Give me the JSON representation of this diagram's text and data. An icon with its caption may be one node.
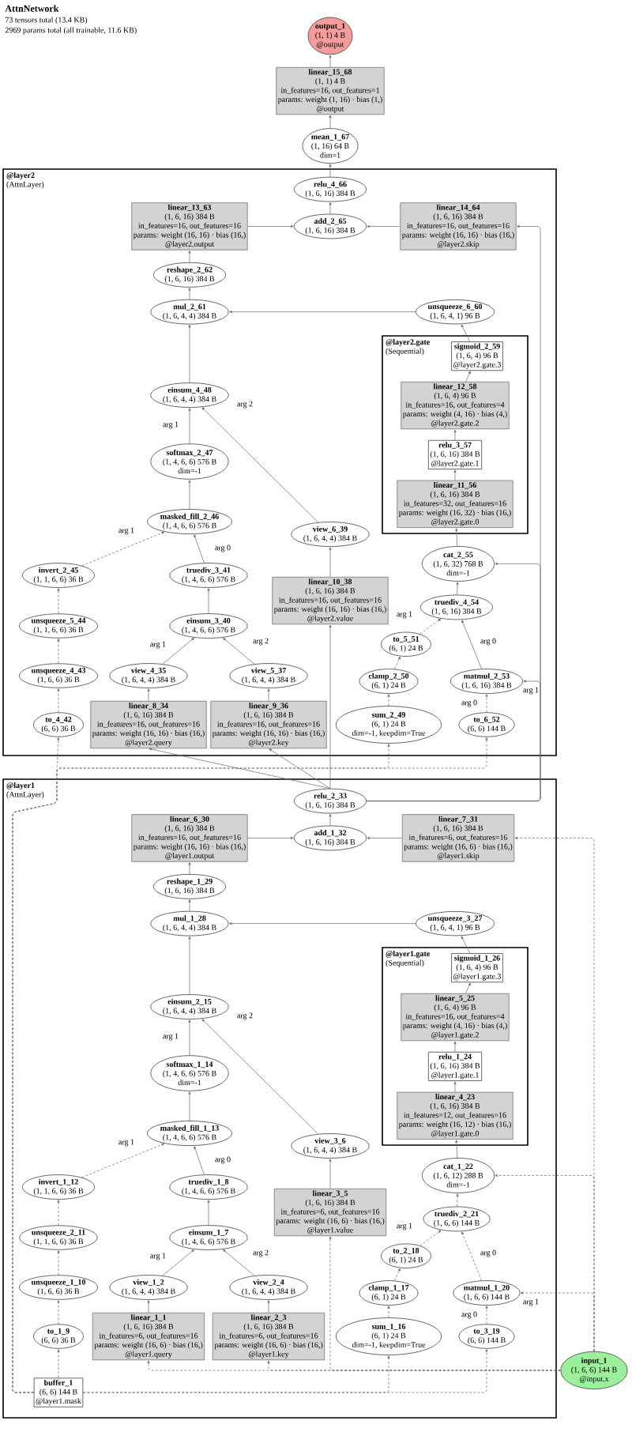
{
  "diagram": {
    "title": "AttnNetwork",
    "labels": [
      "73 tensors total (13.4 KB)",
      "2969 params total (all trainable, 11.6 KB)"
    ],
    "nodes": [
      {
        "text": [
          "output_1",
          "(1, 1) 4 B",
          "@output"
        ]
      },
      {
        "text": [
          "linear_15_68",
          "(1, 1) 4 B",
          "in_features=16, out_features=1",
          "params: weight (1, 16) · bias (1,)",
          "@output"
        ]
      },
      {
        "text": [
          "mean_1_67",
          "(1, 16) 64 B",
          "dim=1"
        ]
      },
      {
        "text": [
          "@layer2",
          "(AttnLayer)"
        ]
      },
      {
        "text": [
          "relu_4_66",
          "(1, 6, 16) 384 B"
        ],
        "in": 3
      },
      {
        "text": [
          "add_2_65",
          "(1, 6, 16) 384 B"
        ],
        "in": 3
      },
      {
        "text": [
          "linear_13_63",
          "(1, 6, 16) 384 B",
          "in_features=16, out_features=16",
          "params: weight (16, 16) · bias (16,)",
          "@layer2.output"
        ],
        "in": 3
      },
      {
        "text": [
          "linear_14_64",
          "(1, 6, 16) 384 B",
          "in_features=16, out_features=16",
          "params: weight (16, 16) · bias (16,)",
          "@layer2.skip"
        ],
        "in": 3
      },
      {
        "text": [
          "reshape_2_62",
          "(1, 6, 16) 384 B"
        ],
        "in": 3
      },
      {
        "text": [
          "mul_2_61",
          "(1, 6, 4, 4) 384 B"
        ],
        "in": 3
      },
      {
        "text": [
          "unsqueeze_6_60",
          "(1, 6, 4, 1) 96 B"
        ],
        "in": 3
      },
      {
        "text": [
          "einsum_4_48",
          "(1, 6, 4, 4) 384 B"
        ],
        "in": 3
      },
      {
        "text": [
          "@layer2.gate",
          "(Sequential)"
        ],
        "in": 3
      },
      {
        "text": [
          "sigmoid_2_59",
          "(1, 6, 4) 96 B",
          "@layer2.gate.3"
        ],
        "in": 12
      },
      {
        "text": [
          "linear_12_58",
          "(1, 6, 4) 96 B",
          "in_features=16, out_features=4",
          "params: weight (4, 16) · bias (4,)",
          "@layer2.gate.2"
        ],
        "in": 12
      },
      {
        "text": [
          "relu_3_57",
          "(1, 6, 16) 384 B",
          "@layer2.gate.1"
        ],
        "in": 12
      },
      {
        "text": [
          "linear_11_56",
          "(1, 6, 16) 384 B",
          "in_features=32, out_features=16",
          "params: weight (16, 32) · bias (16,)",
          "@layer2.gate.0"
        ],
        "in": 12
      },
      {
        "text": [
          "softmax_2_47",
          "(1, 4, 6, 6) 576 B",
          "dim=-1"
        ],
        "in": 3
      },
      {
        "text": [
          "view_6_39",
          "(1, 6, 4, 4) 384 B"
        ],
        "in": 3
      },
      {
        "text": [
          "masked_fill_2_46",
          "(1, 4, 6, 6) 576 B"
        ],
        "in": 3
      },
      {
        "text": [
          "linear_10_38",
          "(1, 6, 16) 384 B",
          "in_features=16, out_features=16",
          "params: weight (16, 16) · bias (16,)",
          "@layer2.value"
        ],
        "in": 3
      },
      {
        "text": [
          "invert_2_45",
          "(1, 1, 6, 6) 36 B"
        ],
        "in": 3
      },
      {
        "text": [
          "truediv_3_41",
          "(1, 4, 6, 6) 576 B"
        ],
        "in": 3
      },
      {
        "text": [
          "unsqueeze_5_44",
          "(1, 1, 6, 6) 36 B"
        ],
        "in": 3
      },
      {
        "text": [
          "einsum_3_40",
          "(1, 4, 6, 6) 576 B"
        ],
        "in": 3
      },
      {
        "text": [
          "unsqueeze_4_43",
          "(1, 6, 6) 36 B"
        ],
        "in": 3
      },
      {
        "text": [
          "cat_2_55",
          "(1, 6, 32) 768 B",
          "dim=-1"
        ],
        "in": 3
      },
      {
        "text": [
          "view_4_35",
          "(1, 6, 4, 4) 384 B"
        ],
        "in": 3
      },
      {
        "text": [
          "view_5_37",
          "(1, 6, 4, 4) 384 B"
        ],
        "in": 3
      },
      {
        "text": [
          "to_4_42",
          "(6, 6) 36 B"
        ],
        "in": 3
      },
      {
        "text": [
          "truediv_4_54",
          "(1, 6, 16) 384 B"
        ],
        "in": 3
      },
      {
        "text": [
          "linear_8_34",
          "(1, 6, 16) 384 B",
          "in_features=16, out_features=16",
          "params: weight (16, 16) · bias (16,)",
          "@layer2.query"
        ],
        "in": 3
      },
      {
        "text": [
          "linear_9_36",
          "(1, 6, 16) 384 B",
          "in_features=16, out_features=16",
          "params: weight (16, 16) · bias (16,)",
          "@layer2.key"
        ],
        "in": 3
      },
      {
        "text": [
          "to_5_51",
          "(6, 1) 24 B"
        ],
        "in": 3
      },
      {
        "text": [
          "matmul_2_53",
          "(1, 6, 16) 384 B"
        ],
        "in": 3
      },
      {
        "text": [
          "clamp_2_50",
          "(6, 1) 24 B"
        ],
        "in": 3
      },
      {
        "text": [
          "to_6_52",
          "(6, 6) 144 B"
        ],
        "in": 3
      },
      {
        "text": [
          "sum_2_49",
          "(6, 1) 24 B",
          "dim=-1, keepdim=True"
        ],
        "in": 3
      },
      {
        "text": [
          "@layer1",
          "(AttnLayer)"
        ]
      },
      {
        "text": [
          "relu_2_33",
          "(1, 6, 16) 384 B"
        ],
        "in": 38
      },
      {
        "text": [
          "add_1_32",
          "(1, 6, 16) 384 B"
        ],
        "in": 38
      },
      {
        "text": [
          "linear_6_30",
          "(1, 6, 16) 384 B",
          "in_features=16, out_features=16",
          "params: weight (16, 16) · bias (16,)",
          "@layer1.output"
        ],
        "in": 38
      },
      {
        "text": [
          "linear_7_31",
          "(1, 6, 16) 384 B",
          "in_features=6, out_features=16",
          "params: weight (16, 6) · bias (16,)",
          "@layer1.skip"
        ],
        "in": 38
      },
      {
        "text": [
          "reshape_1_29",
          "(1, 6, 16) 384 B"
        ],
        "in": 38
      },
      {
        "text": [
          "mul_1_28",
          "(1, 6, 4, 4) 384 B"
        ],
        "in": 38
      },
      {
        "text": [
          "einsum_2_15",
          "(1, 6, 4, 4) 384 B"
        ],
        "in": 38
      },
      {
        "text": [
          "unsqueeze_3_27",
          "(1, 6, 4, 1) 96 B"
        ],
        "in": 38
      },
      {
        "text": [
          "@layer1.gate",
          "(Sequential)"
        ],
        "in": 38
      },
      {
        "text": [
          "sigmoid_1_26",
          "(1, 6, 4) 96 B",
          "@layer1.gate.3"
        ],
        "in": 47
      },
      {
        "text": [
          "linear_5_25",
          "(1, 6, 4) 96 B",
          "in_features=16, out_features=4",
          "params: weight (4, 16) · bias (4,)",
          "@layer1.gate.2"
        ],
        "in": 47
      },
      {
        "text": [
          "relu_1_24",
          "(1, 6, 16) 384 B",
          "@layer1.gate.1"
        ],
        "in": 47
      },
      {
        "text": [
          "linear_4_23",
          "(1, 6, 16) 384 B",
          "in_features=12, out_features=16",
          "params: weight (16, 12) · bias (16,)",
          "@layer1.gate.0"
        ],
        "in": 47
      },
      {
        "text": [
          "view_3_6",
          "(1, 6, 4, 4) 384 B"
        ],
        "in": 38
      },
      {
        "text": [
          "softmax_1_14",
          "(1, 4, 6, 6) 576 B",
          "dim=-1"
        ],
        "in": 38
      },
      {
        "text": [
          "linear_3_5",
          "(1, 6, 16) 384 B",
          "in_features=6, out_features=16",
          "params: weight (16, 6) · bias (16,)",
          "@layer1.value"
        ],
        "in": 38
      },
      {
        "text": [
          "masked_fill_1_13",
          "(1, 4, 6, 6) 576 B"
        ],
        "in": 38
      },
      {
        "text": [
          "truediv_1_8",
          "(1, 4, 6, 6) 576 B"
        ],
        "in": 38
      },
      {
        "text": [
          "einsum_1_7",
          "(1, 4, 6, 6) 576 B"
        ],
        "in": 38
      },
      {
        "text": [
          "view_1_2",
          "(1, 6, 4, 4) 384 B"
        ],
        "in": 38
      },
      {
        "text": [
          "view_2_4",
          "(1, 6, 4, 4) 384 B"
        ],
        "in": 38
      },
      {
        "text": [
          "cat_1_22",
          "(1, 6, 12) 288 B",
          "dim=-1"
        ],
        "in": 38
      },
      {
        "text": [
          "invert_1_12",
          "(1, 1, 6, 6) 36 B"
        ],
        "in": 38
      },
      {
        "text": [
          "truediv_2_21",
          "(1, 6, 6) 144 B"
        ],
        "in": 38
      },
      {
        "text": [
          "linear_1_1",
          "(1, 6, 16) 384 B",
          "in_features=6, out_features=16",
          "params: weight (16, 6) · bias (16,)",
          "@layer1.query"
        ],
        "in": 38
      },
      {
        "text": [
          "linear_2_3",
          "(1, 6, 16) 384 B",
          "in_features=6, out_features=16",
          "params: weight (16, 6) · bias (16,)",
          "@layer1.key"
        ],
        "in": 38
      },
      {
        "text": [
          "unsqueeze_2_11",
          "(1, 1, 6, 6) 36 B"
        ],
        "in": 38
      },
      {
        "text": [
          "to_2_18",
          "(6, 1) 24 B"
        ],
        "in": 38
      },
      {
        "text": [
          "unsqueeze_1_10",
          "(1, 6, 6) 36 B"
        ],
        "in": 38
      },
      {
        "text": [
          "clamp_1_17",
          "(6, 1) 24 B"
        ],
        "in": 38
      },
      {
        "text": [
          "matmul_1_20",
          "(1, 6, 6) 144 B"
        ],
        "in": 38
      },
      {
        "text": [
          "to_1_9",
          "(6, 6) 36 B"
        ],
        "in": 38
      },
      {
        "text": [
          "sum_1_16",
          "(6, 1) 24 B",
          "dim=-1, keepdim=True"
        ],
        "in": 38
      },
      {
        "text": [
          "to_3_19",
          "(6, 6) 144 B"
        ],
        "in": 38
      },
      {
        "text": [
          "input_1",
          "(1, 6, 6) 144 B",
          "@input.x"
        ]
      },
      {
        "text": [
          "buffer_1",
          "(6, 6) 144 B",
          "@layer1.mask"
        ],
        "in": 38
      }
    ],
    "edges": [
      {
        "from": 73,
        "to": 63,
        "arrow": "to",
        "style": "dashed"
      },
      {
        "from": 73,
        "to": 64,
        "arrow": "to",
        "style": "dashed"
      },
      {
        "from": 73,
        "to": 54,
        "arrow": "to",
        "style": "dashed"
      },
      {
        "from": 73,
        "to": 42,
        "arrow": "to",
        "style": "dashed"
      },
      {
        "from": 73,
        "to": 69,
        "arrow": "to",
        "style": "dashed",
        "label": "arg 1"
      },
      {
        "from": 73,
        "to": 60,
        "arrow": "to",
        "style": "dashed"
      },
      {
        "from": 74,
        "to": 70,
        "arrow": "to",
        "style": "dashed"
      },
      {
        "from": 74,
        "to": 71,
        "arrow": "to",
        "style": "dashed"
      },
      {
        "from": 74,
        "to": 72,
        "arrow": "to",
        "style": "dashed"
      },
      {
        "from": 74,
        "to": 29,
        "arrow": "to",
        "style": "dashed"
      },
      {
        "from": 74,
        "to": 37,
        "arrow": "to",
        "style": "dashed"
      },
      {
        "from": 74,
        "to": 36,
        "arrow": "to",
        "style": "dashed"
      },
      {
        "from": 63,
        "to": 58,
        "arrow": "to"
      },
      {
        "from": 64,
        "to": 59,
        "arrow": "to"
      },
      {
        "from": 54,
        "to": 52,
        "arrow": "to"
      },
      {
        "from": 58,
        "to": 57,
        "arrow": "to",
        "label": "arg 1"
      },
      {
        "from": 59,
        "to": 57,
        "arrow": "to",
        "label": "arg 2"
      },
      {
        "from": 57,
        "to": 56,
        "arrow": "to"
      },
      {
        "from": 56,
        "to": 55,
        "arrow": "to",
        "label": "arg 0"
      },
      {
        "from": 70,
        "to": 67,
        "arrow": "to",
        "style": "dashed"
      },
      {
        "from": 67,
        "to": 65,
        "arrow": "to",
        "style": "dashed"
      },
      {
        "from": 65,
        "to": 61,
        "arrow": "to",
        "style": "dashed"
      },
      {
        "from": 61,
        "to": 55,
        "arrow": "to",
        "style": "dashed",
        "label": "arg 1"
      },
      {
        "from": 55,
        "to": 53,
        "arrow": "to"
      },
      {
        "from": 53,
        "to": 45,
        "arrow": "to",
        "label": "arg 1"
      },
      {
        "from": 52,
        "to": 45,
        "arrow": "to",
        "label": "arg 2"
      },
      {
        "from": 71,
        "to": 68,
        "arrow": "to",
        "style": "dashed"
      },
      {
        "from": 68,
        "to": 66,
        "arrow": "to",
        "style": "dashed"
      },
      {
        "from": 72,
        "to": 69,
        "arrow": "to",
        "style": "dashed",
        "label": "arg 0"
      },
      {
        "from": 69,
        "to": 62,
        "arrow": "to",
        "style": "dashed",
        "label": "arg 0"
      },
      {
        "from": 66,
        "to": 62,
        "arrow": "to",
        "style": "dashed",
        "label": "arg 1"
      },
      {
        "from": 62,
        "to": 60,
        "arrow": "to",
        "style": "dashed"
      },
      {
        "from": 60,
        "to": 51,
        "arrow": "to"
      },
      {
        "from": 51,
        "to": 50,
        "arrow": "to"
      },
      {
        "from": 50,
        "to": 49,
        "arrow": "to"
      },
      {
        "from": 49,
        "to": 48,
        "arrow": "to"
      },
      {
        "from": 48,
        "to": 46,
        "arrow": "to"
      },
      {
        "from": 45,
        "to": 44,
        "arrow": "to"
      },
      {
        "from": 46,
        "to": 44,
        "arrow": "to"
      },
      {
        "from": 44,
        "to": 43,
        "arrow": "to"
      },
      {
        "from": 43,
        "to": 41,
        "arrow": "to"
      },
      {
        "from": 41,
        "to": 40,
        "arrow": "to"
      },
      {
        "from": 42,
        "to": 40,
        "arrow": "to"
      },
      {
        "from": 40,
        "to": 39,
        "arrow": "to"
      },
      {
        "from": 39,
        "to": 31,
        "arrow": "to"
      },
      {
        "from": 39,
        "to": 32,
        "arrow": "to"
      },
      {
        "from": 39,
        "to": 20,
        "arrow": "to"
      },
      {
        "from": 39,
        "to": 7,
        "arrow": "to"
      },
      {
        "from": 39,
        "to": 34,
        "arrow": "to",
        "label": "arg 1"
      },
      {
        "from": 39,
        "to": 26,
        "arrow": "to"
      },
      {
        "from": 31,
        "to": 27,
        "arrow": "to"
      },
      {
        "from": 32,
        "to": 28,
        "arrow": "to"
      },
      {
        "from": 20,
        "to": 18,
        "arrow": "to"
      },
      {
        "from": 27,
        "to": 24,
        "arrow": "to",
        "label": "arg 1"
      },
      {
        "from": 28,
        "to": 24,
        "arrow": "to",
        "label": "arg 2"
      },
      {
        "from": 24,
        "to": 22,
        "arrow": "to"
      },
      {
        "from": 22,
        "to": 19,
        "arrow": "to",
        "label": "arg 0"
      },
      {
        "from": 29,
        "to": 25,
        "arrow": "to",
        "style": "dashed"
      },
      {
        "from": 25,
        "to": 23,
        "arrow": "to",
        "style": "dashed"
      },
      {
        "from": 23,
        "to": 21,
        "arrow": "to",
        "style": "dashed"
      },
      {
        "from": 21,
        "to": 19,
        "arrow": "to",
        "style": "dashed",
        "label": "arg 1"
      },
      {
        "from": 19,
        "to": 17,
        "arrow": "to"
      },
      {
        "from": 17,
        "to": 11,
        "arrow": "to",
        "label": "arg 1"
      },
      {
        "from": 18,
        "to": 11,
        "arrow": "to",
        "label": "arg 2"
      },
      {
        "from": 37,
        "to": 35,
        "arrow": "to",
        "style": "dashed"
      },
      {
        "from": 35,
        "to": 33,
        "arrow": "to",
        "style": "dashed"
      },
      {
        "from": 36,
        "to": 34,
        "arrow": "to",
        "style": "dashed",
        "label": "arg 0"
      },
      {
        "from": 34,
        "to": 30,
        "arrow": "to",
        "label": "arg 0"
      },
      {
        "from": 33,
        "to": 30,
        "arrow": "to",
        "style": "dashed",
        "label": "arg 1"
      },
      {
        "from": 30,
        "to": 26,
        "arrow": "to"
      },
      {
        "from": 26,
        "to": 16,
        "arrow": "to"
      },
      {
        "from": 16,
        "to": 15,
        "arrow": "to"
      },
      {
        "from": 15,
        "to": 14,
        "arrow": "to"
      },
      {
        "from": 14,
        "to": 13,
        "arrow": "to"
      },
      {
        "from": 13,
        "to": 10,
        "arrow": "to"
      },
      {
        "from": 11,
        "to": 9,
        "arrow": "to"
      },
      {
        "from": 10,
        "to": 9,
        "arrow": "to"
      },
      {
        "from": 9,
        "to": 8,
        "arrow": "to"
      },
      {
        "from": 8,
        "to": 6,
        "arrow": "to"
      },
      {
        "from": 6,
        "to": 5,
        "arrow": "to"
      },
      {
        "from": 7,
        "to": 5,
        "arrow": "to"
      },
      {
        "from": 5,
        "to": 4,
        "arrow": "to"
      },
      {
        "from": 4,
        "to": 2,
        "arrow": "to"
      },
      {
        "from": 2,
        "to": 1,
        "arrow": "to"
      },
      {
        "from": 1,
        "to": 0,
        "arrow": "to"
      }
    ]
  }
}
